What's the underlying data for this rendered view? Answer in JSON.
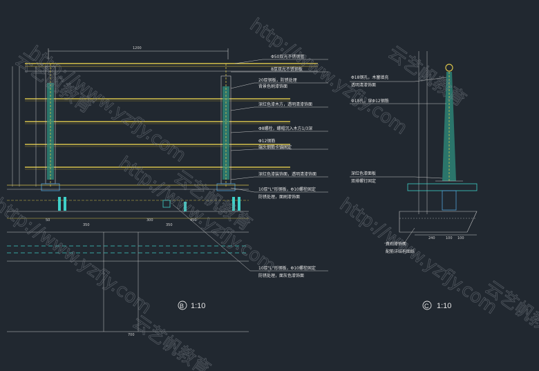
{
  "drawing": {
    "view_b": {
      "marker": "B",
      "scale": "1:10"
    },
    "view_c": {
      "marker": "C",
      "scale": "1:10"
    },
    "annotations_b": [
      "Φ50双光不锈钢管",
      "8厚双光不锈钢板",
      "20厚钢板，防锈处理",
      "背景色刷漆饰面",
      "深红色漆木方，透明清漆饰面",
      "Φ8螺栓，螺帽沉入木方1/3深",
      "Φ12钢筋",
      "端头钢筋卡锚固定",
      "深红色漆装饰面，透明清漆饰面",
      "10厚\"L\"形钢板，Φ10螺栓固定",
      "防锈处理，面刷漆饰面",
      "10厚\"L\"形钢板，Φ10螺栓固定",
      "防锈处理，面灰色漆饰面"
    ],
    "annotations_c": [
      "Φ18钢孔，木塞填充",
      "透明清漆饰面",
      "Φ18孔，穿Φ12钢筋",
      "深红色漆面板",
      "双排螺钉固定",
      "真石漆饰面",
      "配筋详结构图纸"
    ],
    "dims_b": [
      "1200",
      "50",
      "350",
      "300",
      "350",
      "450",
      "700"
    ],
    "dims_c": [
      "240",
      "100",
      "100"
    ],
    "watermarks": [
      "http://www.yzfjy.com",
      "云艺帆教育"
    ]
  }
}
